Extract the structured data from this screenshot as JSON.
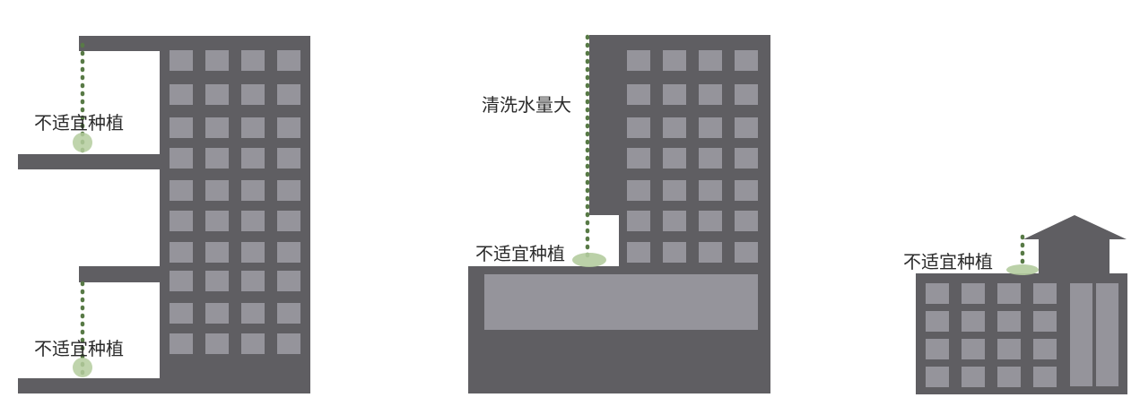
{
  "colors": {
    "building": "#5f5e62",
    "window": "#95949b",
    "vine": "#587a46",
    "planter": "#b4cc9e",
    "label": "#2b2b2b"
  },
  "panel_left": {
    "label_upper": "不适宜种植",
    "label_lower": "不适宜种植"
  },
  "panel_middle": {
    "label_wash": "清洗水量大",
    "label_plant": "不适宜种植"
  },
  "panel_right": {
    "label_plant": "不适宜种植"
  }
}
